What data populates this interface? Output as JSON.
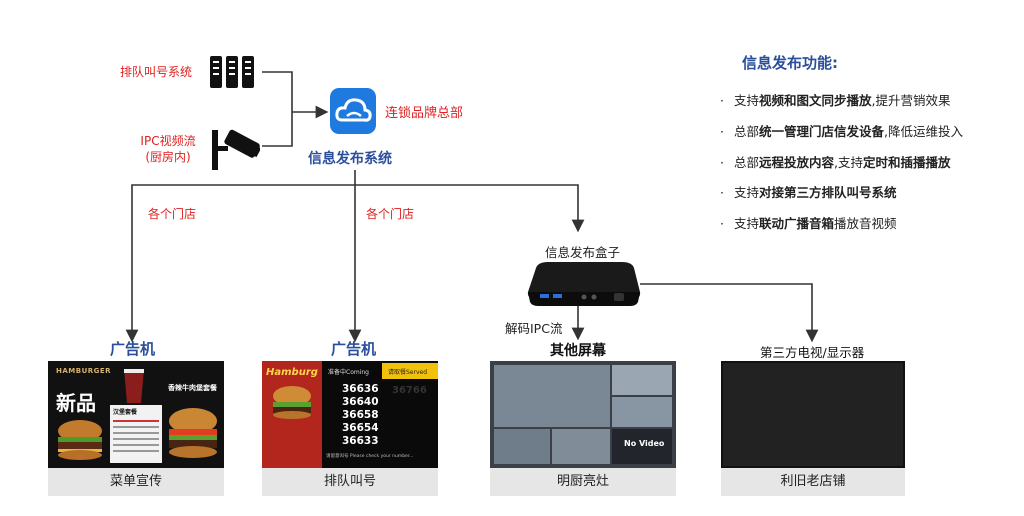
{
  "sources": {
    "queue_system": "排队叫号系统",
    "ipc_line1": "IPC视频流",
    "ipc_line2": "(厨房内)"
  },
  "hub": {
    "brand_hq": "连锁品牌总部",
    "system": "信息发布系统"
  },
  "branches": {
    "left_store": "各个门店",
    "mid_store": "各个门店"
  },
  "box": {
    "label": "信息发布盒子",
    "decode": "解码IPC流"
  },
  "devices": [
    {
      "title": "广告机",
      "caption": "菜单宣传"
    },
    {
      "title": "广告机",
      "caption": "排队叫号"
    },
    {
      "title": "其他屏幕",
      "caption": "明厨亮灶"
    },
    {
      "title": "第三方电视/显示器",
      "caption": "利旧老店铺"
    }
  ],
  "menu_screen": {
    "brand": "HAMBURGER",
    "big_text": "新品",
    "right_title": "香辣牛肉堡套餐",
    "list_title": "汉堡套餐"
  },
  "queue_screen": {
    "brand": "Hamburg",
    "coming_label": "准备中Coming",
    "served_label": "请取餐Served",
    "served_number": "36766",
    "numbers": [
      "36636",
      "36640",
      "36658",
      "36654",
      "36633"
    ],
    "footer": "请留意叫号 Please check your number..."
  },
  "camera_screen": {
    "no_video": "No Video"
  },
  "features": {
    "title": "信息发布功能:",
    "items": [
      {
        "pre": "支持",
        "bold": "视频和图文同步播放",
        "post": ",提升营销效果",
        "bold2": "",
        "post2": ""
      },
      {
        "pre": "总部",
        "bold": "统一管理门店信发设备",
        "post": ",降低运维投入",
        "bold2": "",
        "post2": ""
      },
      {
        "pre": "总部",
        "bold": "远程投放内容",
        "post": ",支持",
        "bold2": "定时和插播播放",
        "post2": ""
      },
      {
        "pre": "支持",
        "bold": "对接第三方排队叫号系统",
        "post": "",
        "bold2": "",
        "post2": ""
      },
      {
        "pre": "支持",
        "bold": "联动广播音箱",
        "post": "播放音视频",
        "bold2": "",
        "post2": ""
      }
    ]
  },
  "colors": {
    "line": "#333333",
    "red_label": "#e02020",
    "title_blue": "#2b4f9c",
    "cloud_blue": "#1f7ae0"
  }
}
